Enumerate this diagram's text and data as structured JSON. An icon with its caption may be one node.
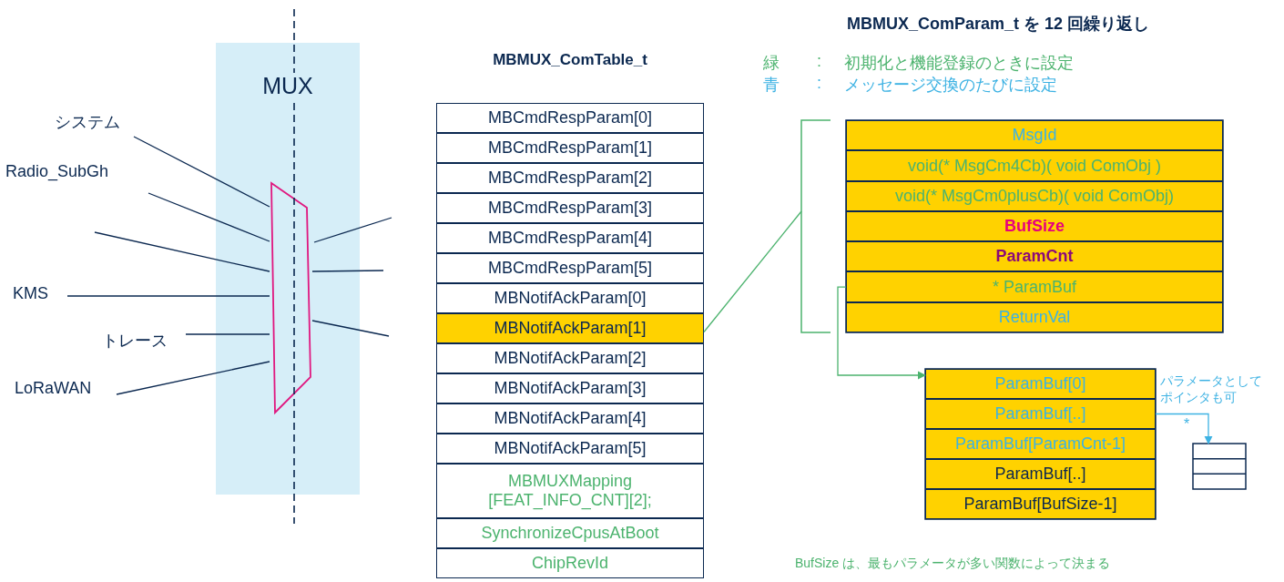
{
  "diagram": {
    "title": "MBMUX_ComParam_t を 12 回繰り返し",
    "nodes": [
      {
        "text": [
          "MUX"
        ]
      },
      {
        "text": [],
        "shape": "trapezoid",
        "in": 0
      },
      {
        "text": [
          "システム"
        ]
      },
      {
        "text": [
          "Radio_SubGh"
        ]
      },
      {
        "text": [
          "KMS"
        ]
      },
      {
        "text": [
          "トレース"
        ]
      },
      {
        "text": [
          "LoRaWAN"
        ]
      },
      {
        "text": [
          "MBMUX_ComTable_t"
        ]
      },
      {
        "text": [
          "MBCmdRespParam[0]"
        ],
        "in": 7
      },
      {
        "text": [
          "MBCmdRespParam[1]"
        ],
        "in": 7
      },
      {
        "text": [
          "MBCmdRespParam[2]"
        ],
        "in": 7
      },
      {
        "text": [
          "MBCmdRespParam[3]"
        ],
        "in": 7
      },
      {
        "text": [
          "MBCmdRespParam[4]"
        ],
        "in": 7
      },
      {
        "text": [
          "MBCmdRespParam[5]"
        ],
        "in": 7
      },
      {
        "text": [
          "MBNotifAckParam[0]"
        ],
        "in": 7
      },
      {
        "text": [
          "MBNotifAckParam[1]"
        ],
        "in": 7
      },
      {
        "text": [
          "MBNotifAckParam[2]"
        ],
        "in": 7
      },
      {
        "text": [
          "MBNotifAckParam[3]"
        ],
        "in": 7
      },
      {
        "text": [
          "MBNotifAckParam[4]"
        ],
        "in": 7
      },
      {
        "text": [
          "MBNotifAckParam[5]"
        ],
        "in": 7
      },
      {
        "text": [
          "MBMUXMapping [FEAT_INFO_CNT][2];"
        ],
        "in": 7
      },
      {
        "text": [
          "SynchronizeCpusAtBoot"
        ],
        "in": 7
      },
      {
        "text": [
          "ChipRevId"
        ],
        "in": 7
      },
      {
        "text": [],
        "shape": "box"
      },
      {
        "text": [
          "MsgId"
        ],
        "in": 23
      },
      {
        "text": [
          "void(* MsgCm4Cb)( void ComObj )"
        ],
        "in": 23
      },
      {
        "text": [
          "void(* MsgCm0plusCb)( void ComObj)"
        ],
        "in": 23
      },
      {
        "text": [
          "BufSize"
        ],
        "in": 23
      },
      {
        "text": [
          "ParamCnt"
        ],
        "in": 23
      },
      {
        "text": [
          "* ParamBuf"
        ],
        "in": 23
      },
      {
        "text": [
          "ReturnVal"
        ],
        "in": 23
      },
      {
        "text": [],
        "shape": "box"
      },
      {
        "text": [
          "ParamBuf[0]"
        ],
        "in": 31
      },
      {
        "text": [
          "ParamBuf[..]"
        ],
        "in": 31
      },
      {
        "text": [
          "ParamBuf[ParamCnt-1]"
        ],
        "in": 31
      },
      {
        "text": [
          "ParamBuf[..]"
        ],
        "in": 31
      },
      {
        "text": [
          "ParamBuf[BufSize-1]"
        ],
        "in": 31
      },
      {
        "text": [],
        "shape": "box"
      }
    ],
    "edges": [
      {
        "from": 2,
        "to": 1,
        "arrow": "none"
      },
      {
        "from": 3,
        "to": 1,
        "arrow": "none"
      },
      {
        "from": null,
        "to": 1,
        "arrow": "none"
      },
      {
        "from": 4,
        "to": 1,
        "arrow": "none"
      },
      {
        "from": 5,
        "to": 1,
        "arrow": "none"
      },
      {
        "from": 6,
        "to": 1,
        "arrow": "none"
      },
      {
        "from": 1,
        "to": null,
        "arrow": "none"
      },
      {
        "from": 1,
        "to": null,
        "arrow": "none"
      },
      {
        "from": 1,
        "to": null,
        "arrow": "none"
      },
      {
        "from": 15,
        "to": 23,
        "arrow": "none",
        "color": "#4cb36e"
      },
      {
        "from": 29,
        "to": 31,
        "arrow": "to",
        "color": "#4cb36e"
      },
      {
        "from": 33,
        "to": 37,
        "arrow": "to",
        "color": "#3db2e3",
        "label": "*"
      }
    ],
    "labels": [
      "緑",
      ":",
      "初期化と機能登録のときに設定",
      "青",
      ":",
      "メッセージ交換のたびに設定",
      "パラメータとしてポインタも可",
      "BufSize は、最もパラメータが多い関数によって決まる"
    ]
  }
}
